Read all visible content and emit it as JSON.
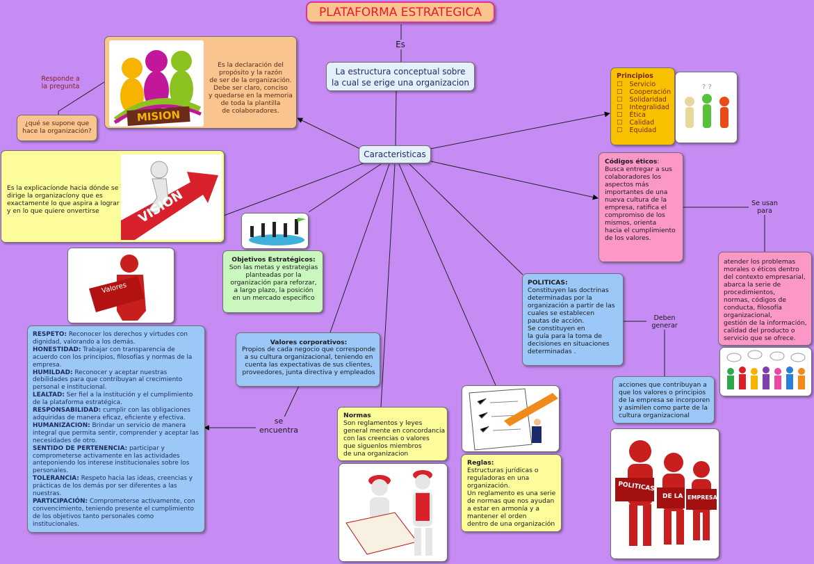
{
  "title": "PLATAFORMA ESTRATEGICA",
  "link_es": "Es",
  "definition": "La estructura conceptual sobre\nla cual se erige una organizacion",
  "caracteristicas": "Caracteristicas",
  "mision": {
    "image_label": "MISION",
    "text": "Es la declaración del\npropósito y la razón\nde ser de la organización.\nDebe ser claro, conciso\ny quedarse en la memoria\nde toda la plantilla\nde colaboradores.",
    "responde_label": "Responde a\nla pregunta",
    "question": "¿qué se supone que\nhace la organización?"
  },
  "vision": {
    "image_label": "VISION",
    "text": "Es la explicacíondе hacia dónde se\ndirige la organizacíony que es\nexactamente lo que aspira a lograr\ny en lo que quiere onvertirse"
  },
  "principios": {
    "title": "Principios",
    "items": [
      "Servicio",
      "Cooperación",
      "Solidaridad",
      "Integralidad",
      "Ética",
      "Calidad",
      "Equidad"
    ]
  },
  "codigos": {
    "title": "Códigos éticos",
    "text": "Busca entregar a sus\ncolaboradores los\naspectos más\nimportantes de una\nnueva cultura de la\nempresa, ratifica el\ncompromiso de los\nmismos, orienta\nhacia el cumplimiento\nde los valores.",
    "se_usan": "Se usan\npara",
    "usage": "atender los problemas\nmorales o éticos dentro\ndel contexto empresarial,\nabarca la serie de\nprocedimientos,\nnormas, códigos de\nconducta, filosofía\norganizacional,\ngestión de la información,\ncalidad del producto o\nservicio que se ofrece."
  },
  "objetivos": {
    "title": "Objetivos Estratégicos:",
    "text": "Son las metas y estrategias\nplanteadas por la\norganización para reforzar,\na largo plazo, la posición\nen un mercado especifico"
  },
  "valores_corporativos": {
    "title": "Valores corporativos:",
    "text": "Propios de cada negocio que corresponde\na su cultura organizacional, teniendo en\ncuenta las expectativas de sus clientes,\nproveedores, junta directiva y empleados"
  },
  "valores_image_label": "Valores",
  "se_encuentra": "se\nencuentra",
  "valores_list": [
    {
      "name": "RESPETO:",
      "desc": " Reconocer los derechos y virtudes con dignidad, valorando a los demás."
    },
    {
      "name": "HONESTIDAD:",
      "desc": " Trabajar con  transparencia de acuerdo con los principios, filosofías y normas de la empresa."
    },
    {
      "name": "HUMILDAD:",
      "desc": " Reconocer y aceptar nuestras debilidades para que contribuyan al crecimiento personal e institucional."
    },
    {
      "name": "LEALTAD:",
      "desc": " Ser fiel a la institución y el cumplimiento de la plataforma estratégica."
    },
    {
      "name": "RESPONSABILIDAD:",
      "desc": " cumplir con las obligaciones adquiridas de manera eficaz, eficiente y efectiva."
    },
    {
      "name": "HUMANIZACION:",
      "desc": " Brindar un servicio de manera integral que permita sentir, comprender y aceptar  las necesidades de otro."
    },
    {
      "name": "SENTIDO DE PERTENENCIA:",
      "desc": "  participar y comprometerse activamente en las actividades anteponiendo los interese institucionales sobre los personales."
    },
    {
      "name": "TOLERANCIA:",
      "desc": " Respeto hacia las ideas, creencias y prácticas de los demás  por ser diferentes a las nuestras."
    },
    {
      "name": "PARTICIPACIÓN:",
      "desc": " Comprometerse activamente, con convencimiento, teniendo presente el cumplimiento de los objetivos tanto personales como institucionales."
    }
  ],
  "normas": {
    "title": "Normas",
    "text": "Son reglamentos y leyes\ngeneral mente en concordancia\ncon las creencias o valores\nque siguenlos miembros\nde una organizacion"
  },
  "reglas": {
    "title": "Reglas:",
    "text": "Estructuras jurídicas o\nreguladoras en una\norganización.\nUn reglamento es una serie\nde normas que nos ayudan\na estar en armonía y a\nmantener el orden\ndentro de una organización"
  },
  "politicas": {
    "title": "POLITICAS:",
    "text": "Constituyen las doctrinas\ndeterminadas por la\norganización a partir  de las\ncuales se establecen\npautas de acción.\nSe constituyen en\nla guía para la toma de\ndecisiones en situaciones\ndeterminadas .",
    "deben_generar": "Deben\ngenerar",
    "acciones": "acciones que contribuyan a\nque los valores o principios\nde la empresa se incorporen\ny asimilen como parte de la\ncultura organizacional",
    "image_words": [
      "POLITICAS",
      "DE LA",
      "EMPRESA"
    ]
  },
  "colors": {
    "background": "#c68cf4",
    "orange": "#f9c48e",
    "yellow": "#fdfc9a",
    "gold": "#f9c200",
    "pink": "#fc98c8",
    "blue": "#9cc8f8",
    "green": "#c9f7bd",
    "light": "#e4f1fb"
  }
}
